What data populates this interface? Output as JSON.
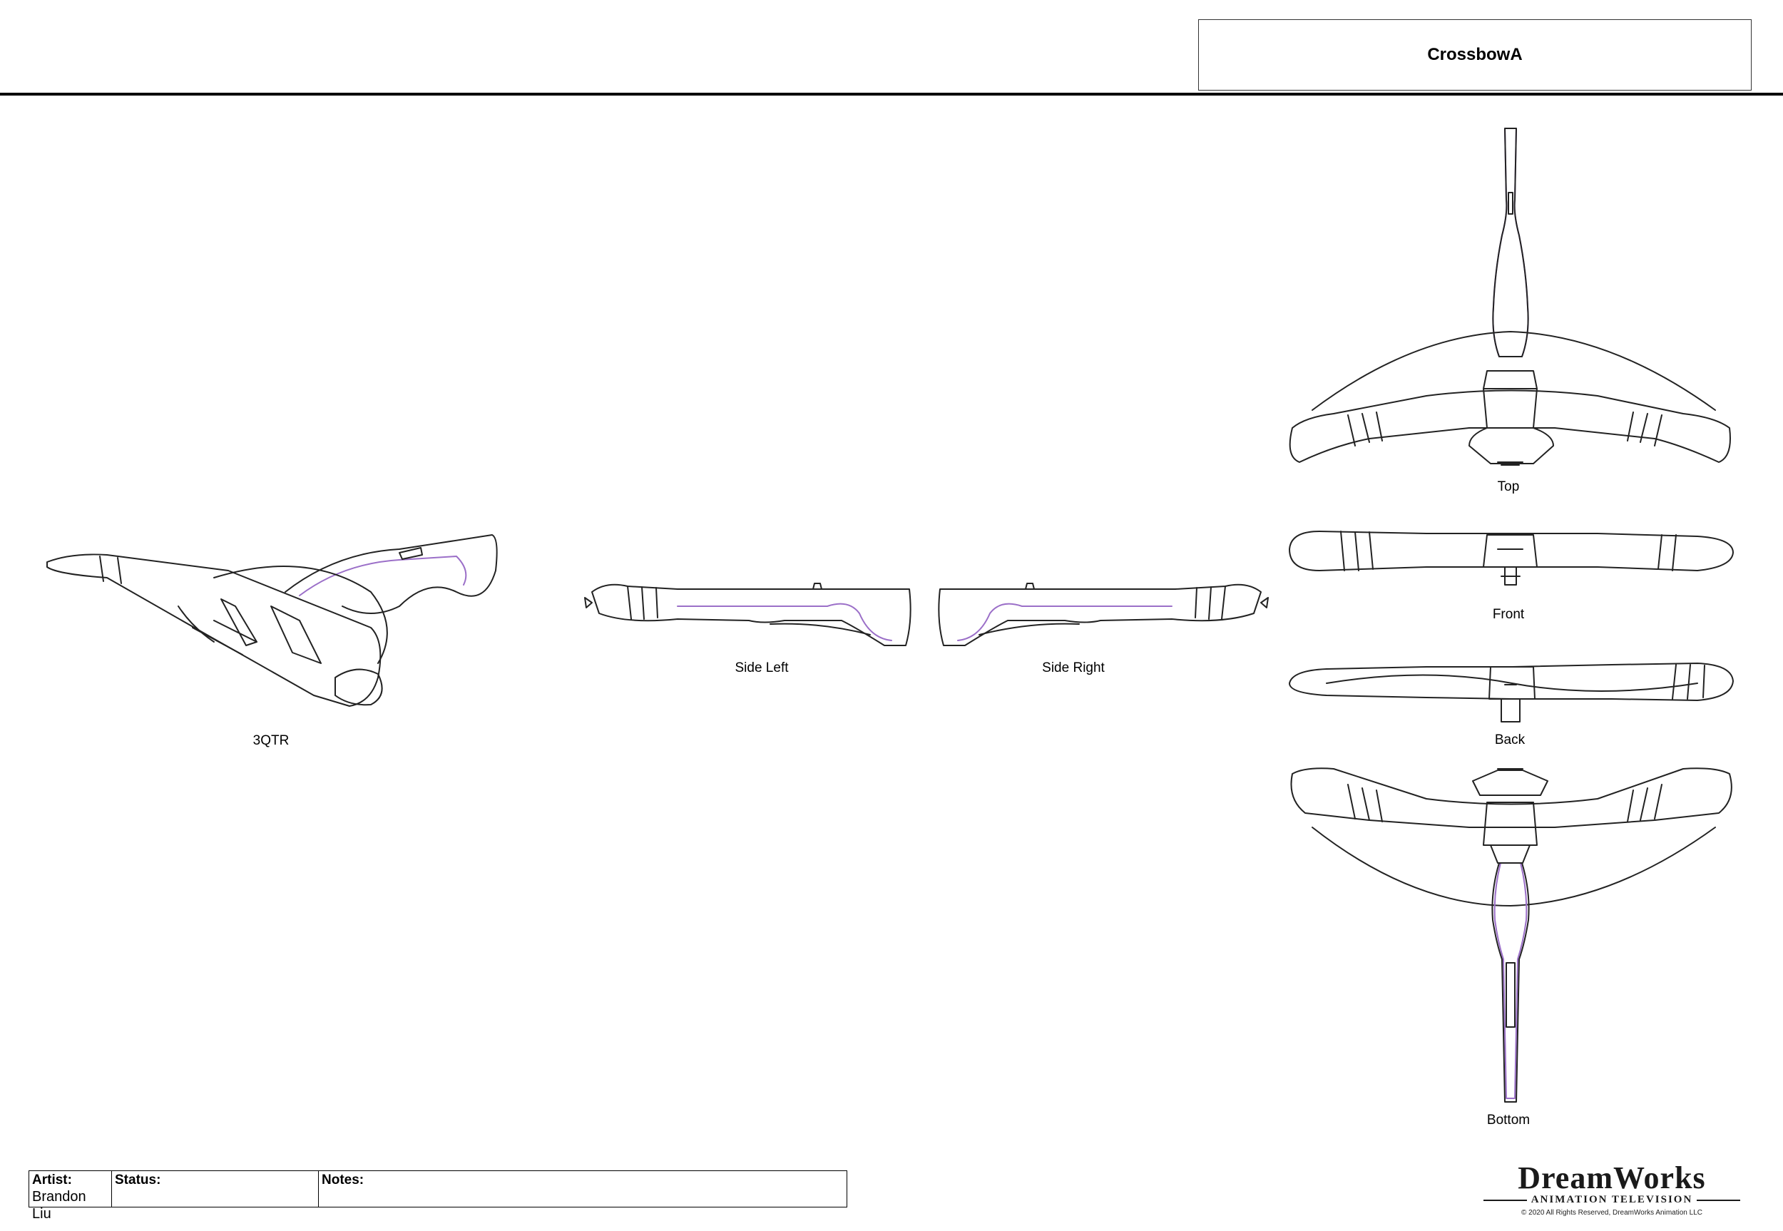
{
  "sheet": {
    "title": "CrossbowA"
  },
  "views": [
    {
      "id": "3qtr",
      "label": "3QTR"
    },
    {
      "id": "side-left",
      "label": "Side Left"
    },
    {
      "id": "side-right",
      "label": "Side Right"
    },
    {
      "id": "top",
      "label": "Top"
    },
    {
      "id": "front",
      "label": "Front"
    },
    {
      "id": "back",
      "label": "Back"
    },
    {
      "id": "bottom",
      "label": "Bottom"
    }
  ],
  "info": {
    "artist_label": "Artist:",
    "artist_value": "Brandon Liu",
    "status_label": "Status:",
    "status_value": "",
    "notes_label": "Notes:",
    "notes_value": ""
  },
  "logo": {
    "main": "DreamWorks",
    "sub": "ANIMATION TELEVISION",
    "copyright": "© 2020 All Rights Reserved, DreamWorks Animation LLC"
  },
  "colors": {
    "line": "#222222",
    "accent": "#9b6fc8"
  }
}
